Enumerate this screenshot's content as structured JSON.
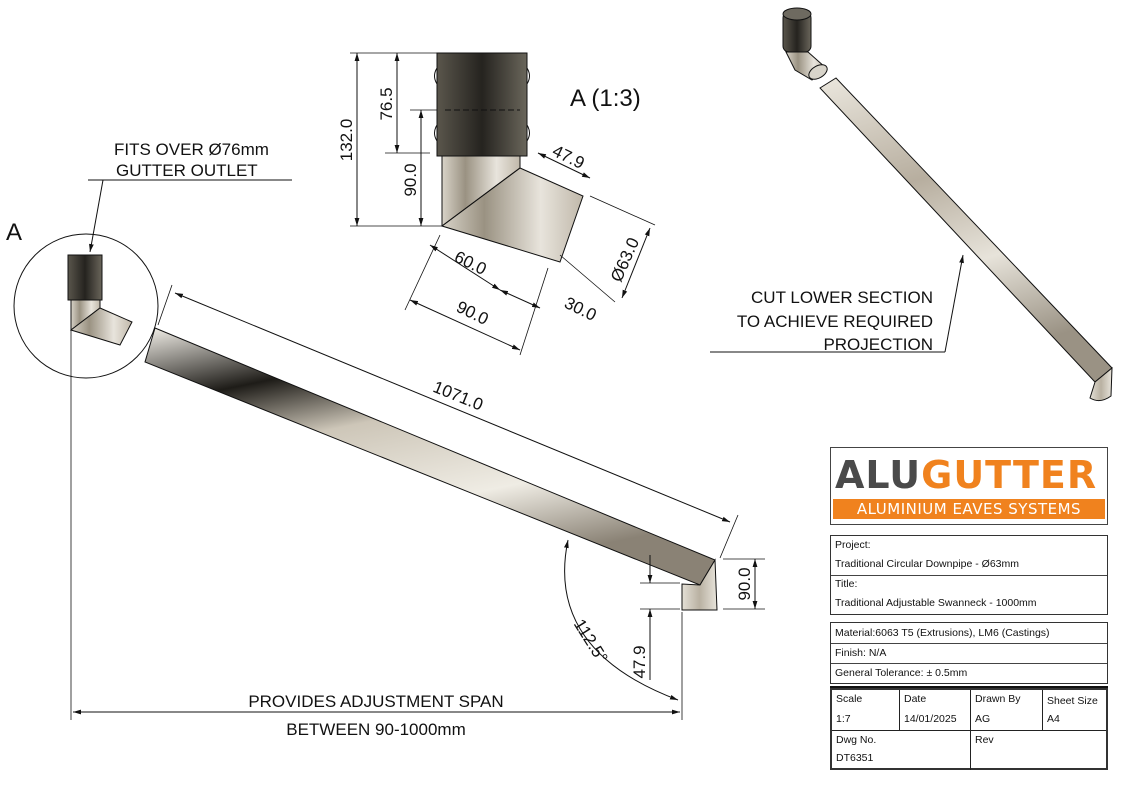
{
  "drawing": {
    "detail_label": "A",
    "detail_view_title": "A (1:3)",
    "notes": {
      "fits_over_line1": "FITS OVER Ø76mm",
      "fits_over_line2": "GUTTER OUTLET",
      "cut_line1": "CUT LOWER SECTION",
      "cut_line2": "TO ACHIEVE REQUIRED",
      "cut_line3": "PROJECTION",
      "span_line1": "PROVIDES ADJUSTMENT SPAN",
      "span_line2": "BETWEEN 90-1000mm"
    },
    "dimensions": {
      "overall_height": "132.0",
      "socket_depth": "76.5",
      "body_height": "90.0",
      "spigot_offset": "47.9",
      "spigot_diameter": "Ø63.0",
      "inner_length": "60.0",
      "outer_length": "90.0",
      "spigot_length": "30.0",
      "pipe_length": "1071.0",
      "shoe_height": "90.0",
      "shoe_offset": "47.9",
      "angle": "112.5°"
    }
  },
  "title_block": {
    "logo": {
      "brand_part1": "ALU",
      "brand_part2": "GUTTER",
      "tagline": "ALUMINIUM EAVES SYSTEMS",
      "color_orange": "#f0821e",
      "color_grey": "#4a4a4a"
    },
    "project_label": "Project:",
    "project_value": "Traditional Circular Downpipe - Ø63mm",
    "title_label": "Title:",
    "title_value": "Traditional Adjustable Swanneck - 1000mm",
    "material": "Material:6063 T5 (Extrusions), LM6 (Castings)",
    "finish": "Finish: N/A",
    "tolerance": "General Tolerance: ± 0.5mm",
    "scale_label": "Scale",
    "scale_value": "1:7",
    "date_label": "Date",
    "date_value": "14/01/2025",
    "drawn_by_label": "Drawn By",
    "drawn_by_value": "AG",
    "sheet_size_label": "Sheet Size",
    "sheet_size_value": "A4",
    "dwg_no_label": "Dwg No.",
    "dwg_no_value": "DT6351",
    "rev_label": "Rev",
    "rev_value": ""
  }
}
